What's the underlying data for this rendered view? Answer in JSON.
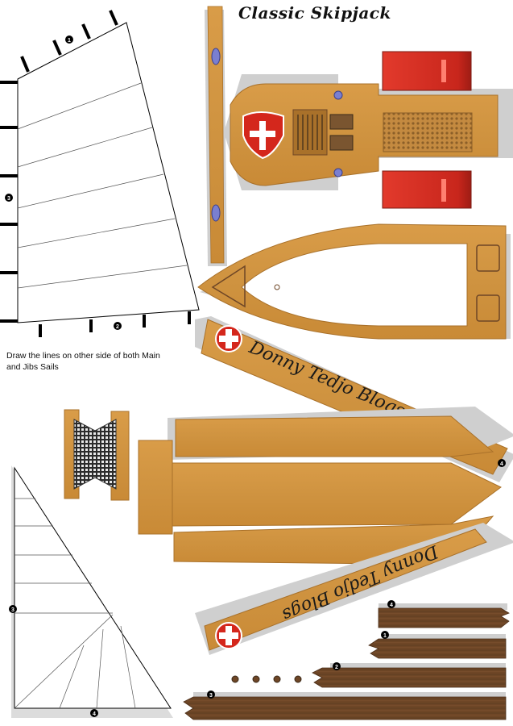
{
  "sheet": {
    "title": "Classic Skipjack",
    "instruction": "Draw the lines on other side of both Main and Jibs Sails",
    "brand": "Donny Tedjo Blogs",
    "part_numbers": [
      "1",
      "2",
      "3",
      "4"
    ]
  },
  "colors": {
    "wood": "#d09440",
    "wood_dark": "#a9712a",
    "dark_wood": "#6e4626",
    "red_panel": "#d42b20",
    "shadow": "#cfcfcf",
    "emblem_red": "#d4271c",
    "outline": "#000000"
  },
  "icons": [
    "emblem-cross-icon",
    "porthole-icon",
    "mesh-grille-icon"
  ]
}
